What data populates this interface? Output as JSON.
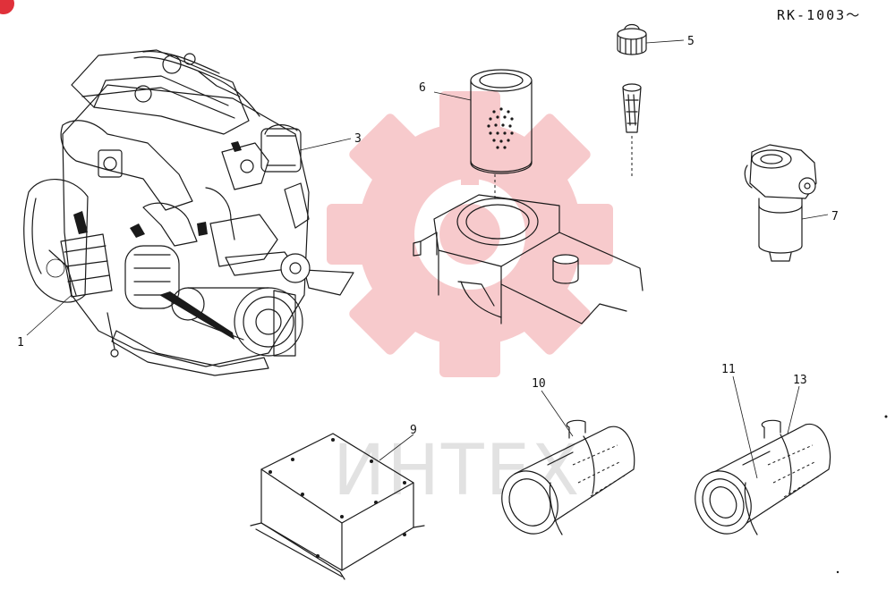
{
  "reference_code": "RK-1003～",
  "watermark": {
    "text": "ИНТЕХ",
    "color": "#e0313a",
    "icon": "gear-logo"
  },
  "corner_badge": {
    "color": "#e0313a"
  },
  "callouts": [
    "1",
    "3",
    "5",
    "6",
    "7",
    "9",
    "10",
    "11",
    "13"
  ]
}
